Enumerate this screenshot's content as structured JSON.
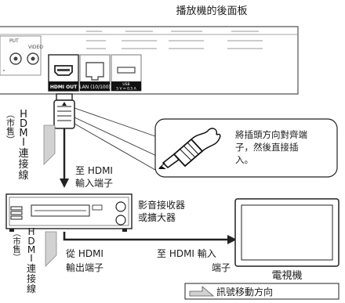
{
  "title": "播放機的後面板",
  "player_panel": {
    "hdmi_port": "HDMI OUT",
    "lan_port": "LAN (10/100)",
    "usb_port_line1": "USB",
    "usb_port_line2": "5 V ⎓ 0.5 A",
    "audio_label_1": "PUT",
    "audio_label_2": "VIDEO"
  },
  "cable_upper": [
    "H",
    "D",
    "M",
    "I",
    "連",
    "接",
    "線"
  ],
  "cable_upper_note": "（市售）",
  "callout": {
    "line1": "將插頭方向對齊端",
    "line2": "子，然後直接插",
    "line3": "入。"
  },
  "to_hdmi_input_line1": "至 HDMI",
  "to_hdmi_input_line2": "輸入端子",
  "receiver_label_line1": "影音接收器",
  "receiver_label_line2": "或擴大器",
  "cable_lower": [
    "H",
    "D",
    "M",
    "I",
    "連",
    "接",
    "線"
  ],
  "cable_lower_note": "（市售）",
  "from_hdmi_output_line1": "從 HDMI",
  "from_hdmi_output_line2": "輸出端子",
  "to_hdmi_input2_line1": "至 HDMI 輸入",
  "to_hdmi_input2_line2": "端子",
  "tv_label": "電視機",
  "legend_label": "訊號移動方向"
}
